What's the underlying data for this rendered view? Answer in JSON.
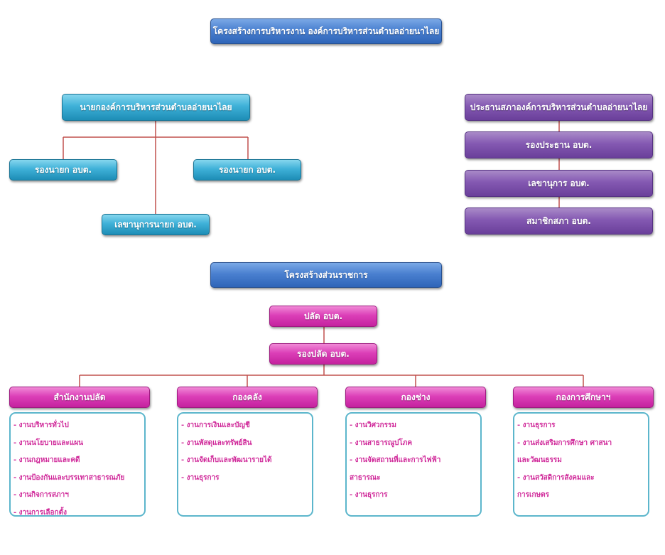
{
  "title": "โครงสร้างการบริหารงาน องค์การบริหารส่วนตำบลอ่ายนาไลย",
  "executive": {
    "head": "นายกองค์การบริหารส่วนตำบลอ่ายนาไลย",
    "deputy_left": "รองนายก อบต.",
    "deputy_right": "รองนายก อบต.",
    "secretary": "เลขานุการนายก อบต."
  },
  "council": {
    "head": "ประธานสภาองค์การบริหารส่วนตำบลอ่ายนาไลย",
    "members": [
      "รองประธาน อบต.",
      "เลขานุการ อบต.",
      "สมาชิกสภา อบต."
    ]
  },
  "admin": {
    "title": "โครงสร้างส่วนราชการ",
    "palat": "ปลัด อบต.",
    "deputy_palat": "รองปลัด อบต."
  },
  "departments": [
    {
      "name": "สำนักงานปลัด",
      "items": [
        "- งานบริหารทั่วไป",
        "- งานนโยบายและแผน",
        "- งานกฎหมายและคดี",
        "- งานป้องกันและบรรเทาสาธารณภัย",
        "- งานกิจการสภาฯ",
        "- งานการเลือกตั้ง"
      ]
    },
    {
      "name": "กองคลัง",
      "items": [
        "- งานการเงินและบัญชี",
        "- งานพัสดุและทรัพย์สิน",
        "- งานจัดเก็บและพัฒนารายได้",
        "- งานธุรการ"
      ]
    },
    {
      "name": "กองช่าง",
      "items": [
        "- งานวิศวกรรม",
        "- งานสาธารณูปโภค",
        "- งานจัดสถานที่และการไฟฟ้า",
        "สาธารณะ",
        "- งานธุรการ"
      ]
    },
    {
      "name": "กองการศึกษาฯ",
      "items": [
        "- งานธุรการ",
        "- งานส่งเสริมการศึกษา ศาสนา",
        "และวัฒนธรรม",
        "- งานสวัสดิการสังคมและ",
        "การเกษตร"
      ]
    }
  ]
}
